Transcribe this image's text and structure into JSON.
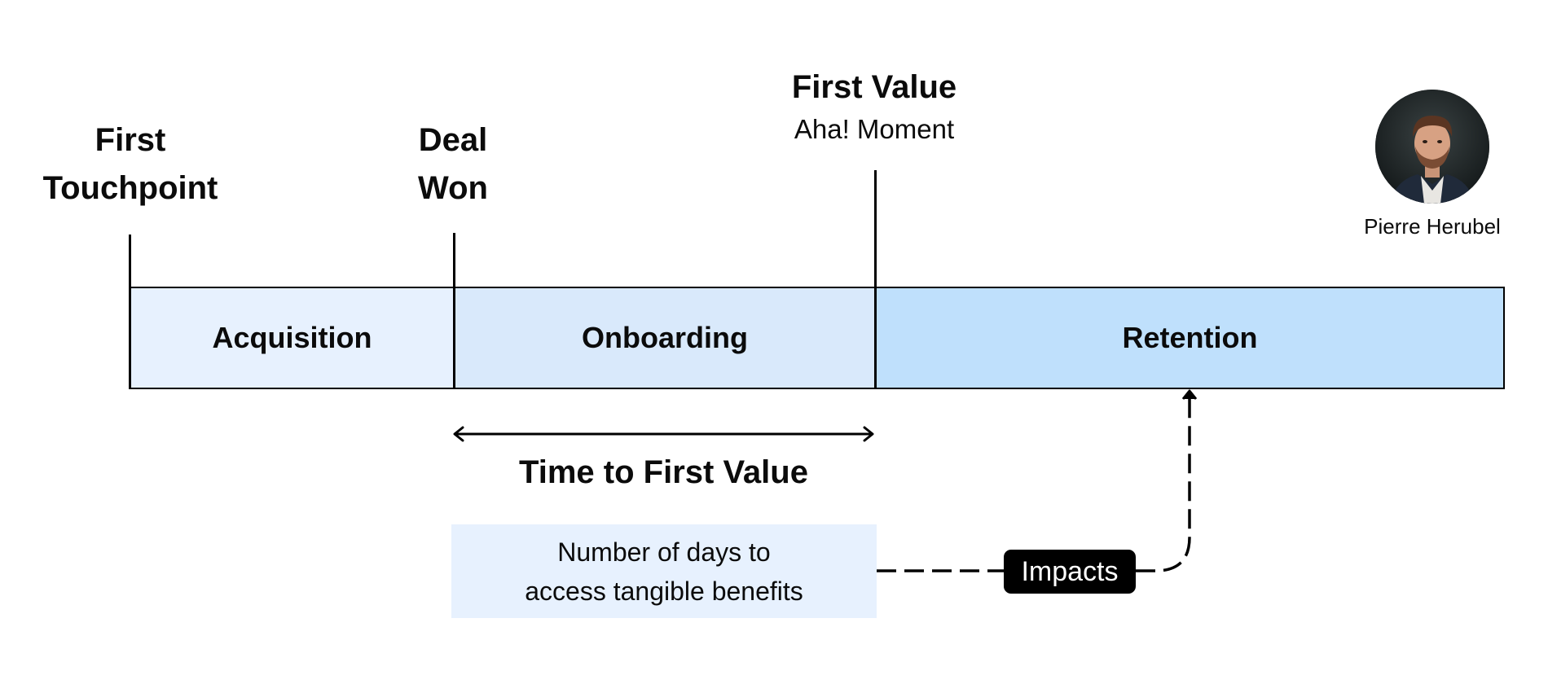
{
  "milestones": {
    "first_touchpoint": {
      "line1": "First",
      "line2": "Touchpoint"
    },
    "deal_won": {
      "line1": "Deal",
      "line2": "Won"
    },
    "first_value": {
      "title": "First Value",
      "subtitle": "Aha! Moment"
    }
  },
  "phases": {
    "acquisition": "Acquisition",
    "onboarding": "Onboarding",
    "retention": "Retention"
  },
  "time_to_first_value": {
    "title": "Time to First Value",
    "definition_line1": "Number of days to",
    "definition_line2": "access tangible benefits"
  },
  "impacts_label": "Impacts",
  "author": {
    "name": "Pierre Herubel"
  },
  "colors": {
    "acquisition_fill": "#e7f1fe",
    "onboarding_fill": "#d9e9fb",
    "retention_fill": "#bfe0fc",
    "definition_fill": "#e7f1fe",
    "badge_fill": "#000000"
  }
}
